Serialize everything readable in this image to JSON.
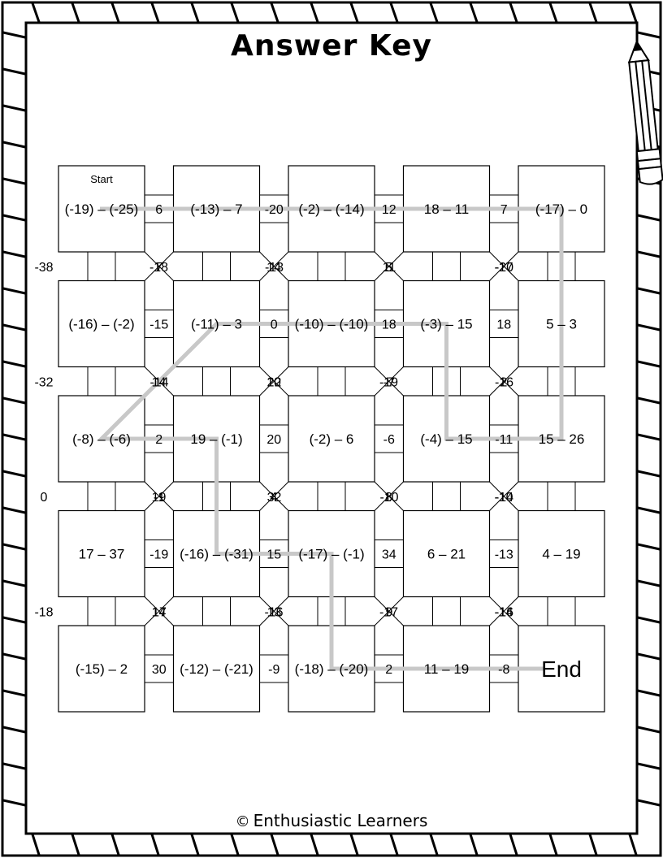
{
  "title": "Answer Key",
  "footer": {
    "copyright_symbol": "©",
    "text": "Enthusiastic Learners"
  },
  "maze": {
    "start_label": "Start",
    "cells": [
      [
        "(-19) – (-25)",
        "(-13) – 7",
        "(-2) – (-14)",
        "18 – 11",
        "(-17) – 0"
      ],
      [
        "(-16) – (-2)",
        "(-11) – 3",
        "(-10) – (-10)",
        "(-3) – 15",
        "5 – 3"
      ],
      [
        "(-8) – (-6)",
        "19 – (-1)",
        "(-2) – 6",
        "(-4) – 15",
        "15 – 26"
      ],
      [
        "17 – 37",
        "(-16) – (-31)",
        "(-17) – (-1)",
        "6 – 21",
        "4 – 19"
      ],
      [
        "(-15) – 2",
        "(-12) – (-21)",
        "(-18) – (-20)",
        "11 – 19",
        "End"
      ]
    ],
    "horizontal_connectors": [
      [
        "6",
        "-20",
        "12",
        "7"
      ],
      [
        "-15",
        "0",
        "18",
        "18"
      ],
      [
        "2",
        "20",
        "-6",
        "-11"
      ],
      [
        "-19",
        "15",
        "34",
        "-13"
      ],
      [
        "30",
        "-9",
        "2",
        "-8"
      ]
    ],
    "vertical_connectors": [
      [
        "-38",
        "-18",
        "14",
        "5",
        "-17"
      ],
      [
        "-32",
        "14",
        "10",
        "-19",
        "2"
      ],
      [
        "0",
        "19",
        "4",
        "8",
        "-10"
      ],
      [
        "-18",
        "14",
        "-16",
        "-17",
        "-14"
      ]
    ],
    "diag_right_connectors": [
      [
        "7",
        "-13",
        "11",
        "-20"
      ],
      [
        "-14",
        "22",
        "-7",
        "-16"
      ],
      [
        "-1",
        "32",
        "-10",
        "-14"
      ],
      [
        "17",
        "13",
        "9",
        "-16"
      ]
    ],
    "solution_path": [
      [
        0,
        0
      ],
      [
        0,
        1
      ],
      [
        0,
        2
      ],
      [
        0,
        3
      ],
      [
        0,
        4
      ],
      [
        1,
        4
      ],
      [
        2,
        4
      ],
      [
        2,
        3
      ],
      [
        1,
        3
      ],
      [
        1,
        2
      ],
      [
        1,
        1
      ],
      [
        2,
        0
      ],
      [
        2,
        1
      ],
      [
        3,
        1
      ],
      [
        3,
        2
      ],
      [
        4,
        2
      ],
      [
        4,
        3
      ],
      [
        4,
        4
      ]
    ]
  },
  "colors": {
    "path": "#c8c8c8",
    "border": "#000000",
    "background": "#ffffff"
  }
}
